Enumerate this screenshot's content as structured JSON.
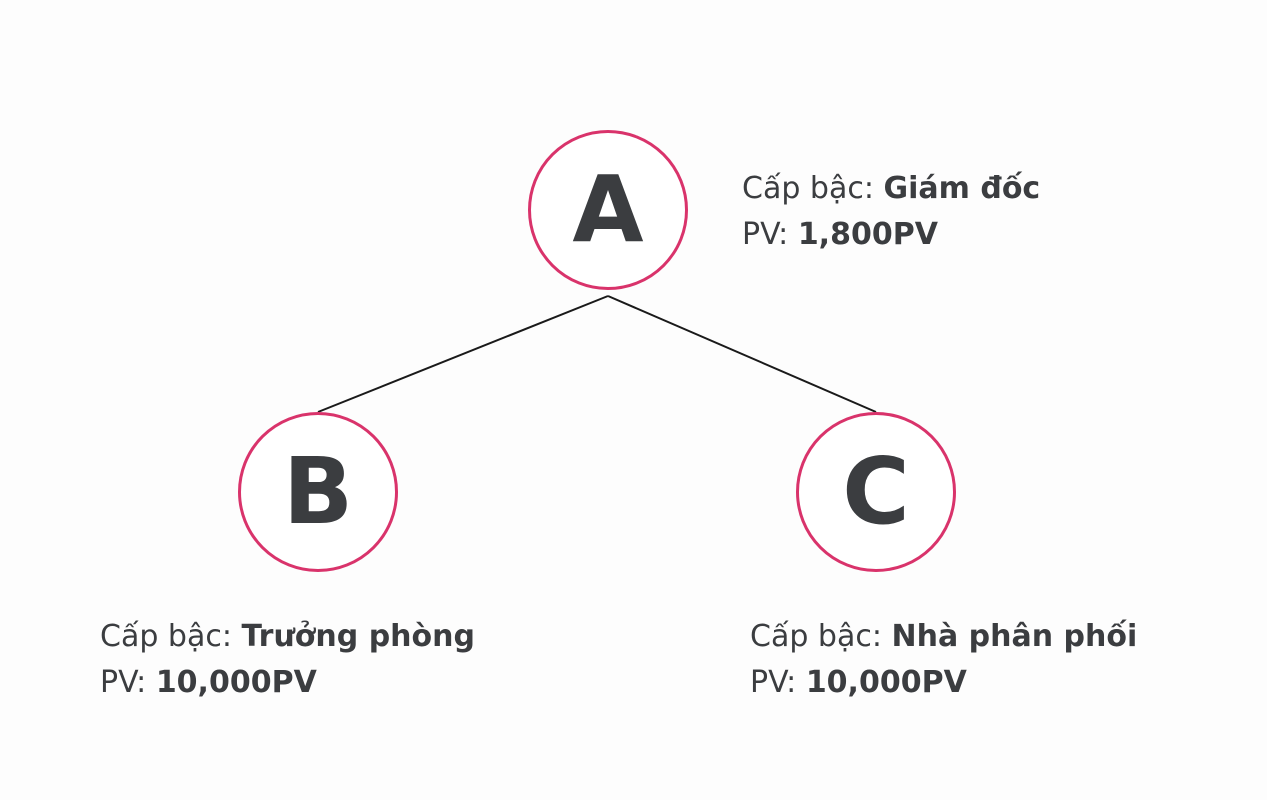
{
  "colors": {
    "node_border": "#d9336b",
    "text": "#3b3d40",
    "connector": "#1a1a1a"
  },
  "nodes": {
    "a": {
      "letter": "A",
      "rank_label": "Cấp bậc: ",
      "rank_value": "Giám đốc",
      "pv_label": "PV: ",
      "pv_value": "1,800PV"
    },
    "b": {
      "letter": "B",
      "rank_label": "Cấp bậc: ",
      "rank_value": "Trưởng phòng",
      "pv_label": "PV: ",
      "pv_value": "10,000PV"
    },
    "c": {
      "letter": "C",
      "rank_label": "Cấp bậc: ",
      "rank_value": "Nhà phân phối",
      "pv_label": "PV: ",
      "pv_value": "10,000PV"
    }
  },
  "edges": [
    {
      "from": "A",
      "to": "B"
    },
    {
      "from": "A",
      "to": "C"
    }
  ]
}
